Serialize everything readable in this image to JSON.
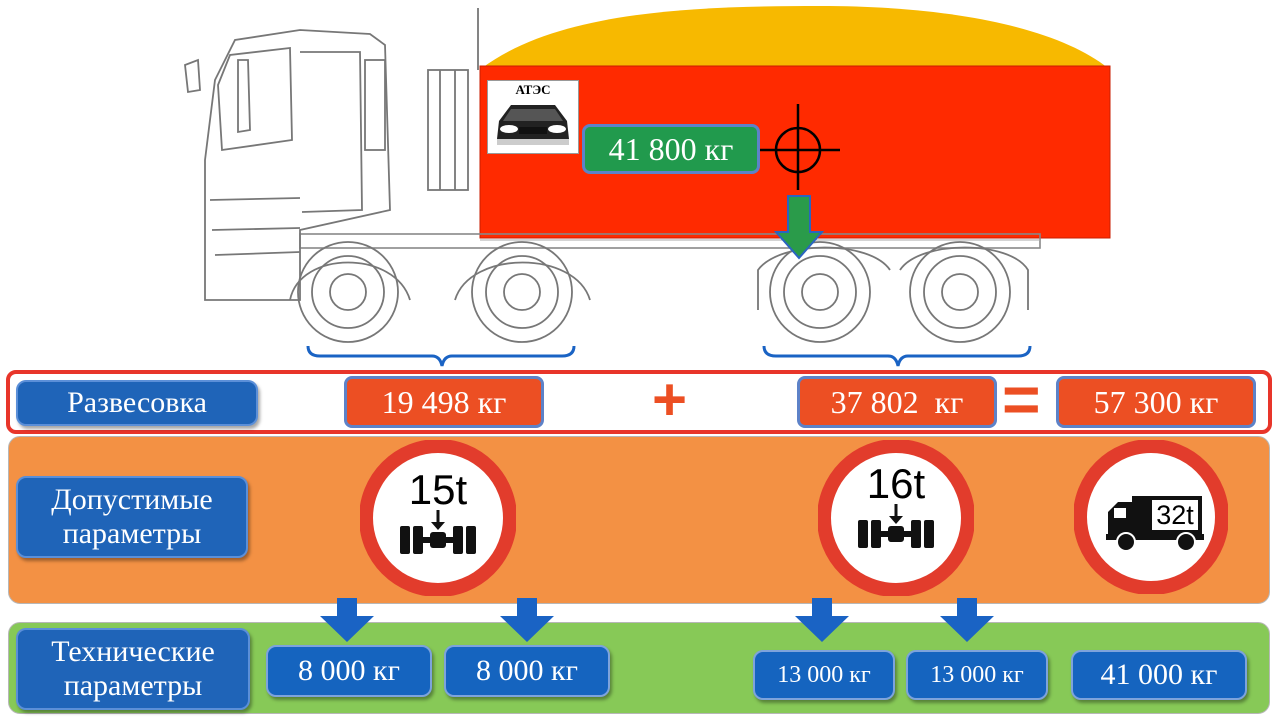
{
  "truck": {
    "plate_label": "АТЭС",
    "load_weight": "41 800 кг"
  },
  "rows": {
    "weighing": {
      "label": "Развесовка",
      "front_axles": "19 498 кг",
      "plus": "+",
      "rear_axles": "37 802  кг",
      "equals": "=",
      "total": "57 300 кг"
    },
    "permitted": {
      "label": "Допустимые параметры",
      "front_sign": "15t",
      "rear_sign": "16t",
      "total_sign": "32t"
    },
    "technical": {
      "label": "Технические параметры",
      "front_axle_1": "8 000 кг",
      "front_axle_2": "8 000 кг",
      "rear_axle_1": "13 000 кг",
      "rear_axle_2": "13 000 кг",
      "total": "41 000 кг"
    }
  },
  "colors": {
    "cargo_body": "#ff2a00",
    "cargo_top": "#f7b900",
    "weighing_border": "#e8352a",
    "permitted_band": "#f39144",
    "technical_band": "#87c957",
    "sign_ring": "#e23c2c",
    "arrow_blue": "#1a63c4",
    "arrow_green": "#2a9b4a"
  }
}
